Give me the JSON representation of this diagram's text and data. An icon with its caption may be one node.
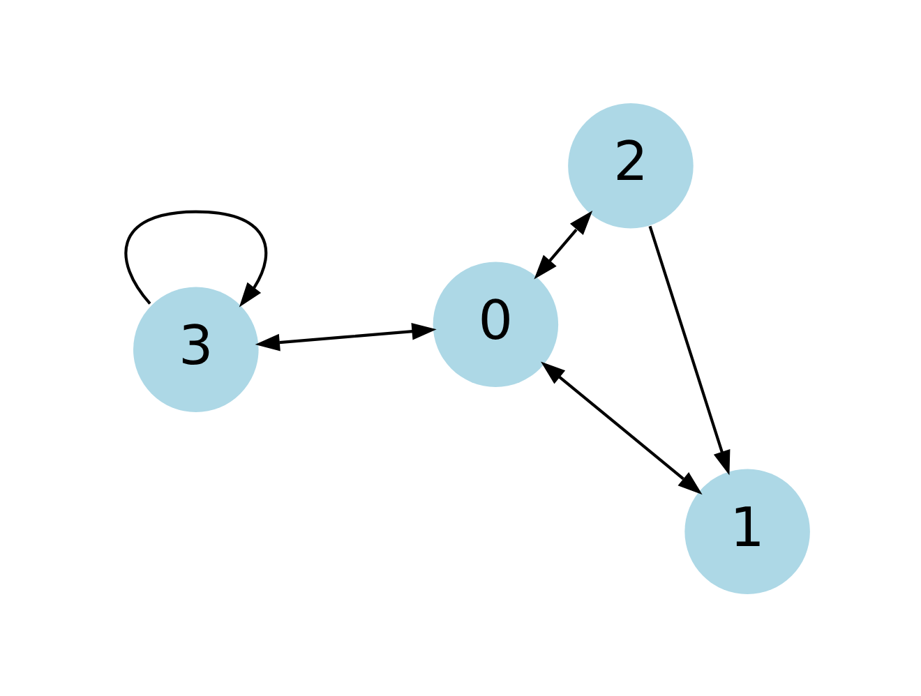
{
  "diagram": {
    "nodes": [
      {
        "text": [
          "3"
        ]
      },
      {
        "text": [
          "0"
        ]
      },
      {
        "text": [
          "1"
        ]
      },
      {
        "text": [
          "2"
        ]
      }
    ],
    "edges": [
      {
        "from": 0,
        "to": 0,
        "arrow": "to"
      },
      {
        "from": 0,
        "to": 1,
        "arrow": "both"
      },
      {
        "from": 1,
        "to": 2,
        "arrow": "both"
      },
      {
        "from": 1,
        "to": 3,
        "arrow": "both"
      },
      {
        "from": 3,
        "to": 2,
        "arrow": "to"
      }
    ]
  }
}
